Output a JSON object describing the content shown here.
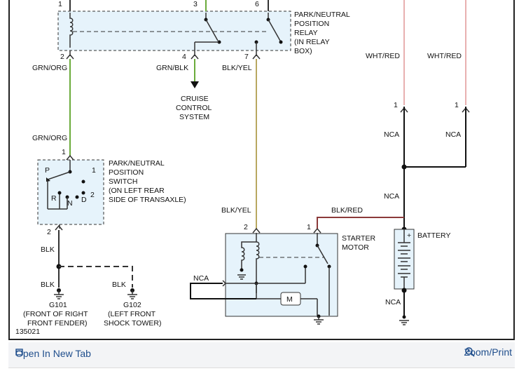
{
  "diagram": {
    "relay_label": [
      "PARK/NEUTRAL",
      "POSITION",
      "RELAY",
      "(IN RELAY",
      "BOX)"
    ],
    "pin_1": "1",
    "pin_2": "2",
    "pin_3": "3",
    "pin_4": "4",
    "pin_6": "6",
    "pin_7": "7",
    "wire_grn_org_top": "GRN/ORG",
    "wire_grn_blk": "GRN/BLK",
    "wire_blk_yel_top": "BLK/YEL",
    "wire_wht_red_1": "WHT/RED",
    "wire_wht_red_2": "WHT/RED",
    "cruise_label": [
      "CRUISE",
      "CONTROL",
      "SYSTEM"
    ],
    "wire_grn_org_mid": "GRN/ORG",
    "switch_label": [
      "PARK/NEUTRAL",
      "POSITION",
      "SWITCH",
      "(ON LEFT REAR",
      "SIDE OF TRANSAXLE)"
    ],
    "switch_pos": {
      "p": "P",
      "r": "R",
      "n": "N",
      "d": "D",
      "one": "1",
      "two": "2"
    },
    "nca_1": "NCA",
    "nca_2": "NCA",
    "nca_3": "NCA",
    "nca_4": "NCA",
    "nca_5": "NCA",
    "wire_blk_yel_mid": "BLK/YEL",
    "wire_blk_red": "BLK/RED",
    "starter_label": [
      "STARTER",
      "MOTOR"
    ],
    "battery_label": "BATTERY",
    "battery_plus": "+",
    "motor_letter": "M",
    "wire_blk_1": "BLK",
    "wire_blk_2": "BLK",
    "wire_blk_3": "BLK",
    "g101_label": [
      "G101",
      "(FRONT OF RIGHT",
      "FRONT FENDER)"
    ],
    "g102_label": [
      "G102",
      "(LEFT FRONT",
      "SHOCK TOWER)"
    ],
    "diagram_id": "135021"
  },
  "footer": {
    "open_tab_label": "Open In New Tab",
    "zoom_label": "Zoom/Print"
  },
  "colors": {
    "green_wire": "#6aab3b",
    "blk_yel_wire": "#b8a860",
    "wht_red_wire": "#e8b0b0",
    "blk_red_wire": "#8b3a3a",
    "box_fill": "#e6f3fb",
    "link": "#1f4e8c"
  }
}
